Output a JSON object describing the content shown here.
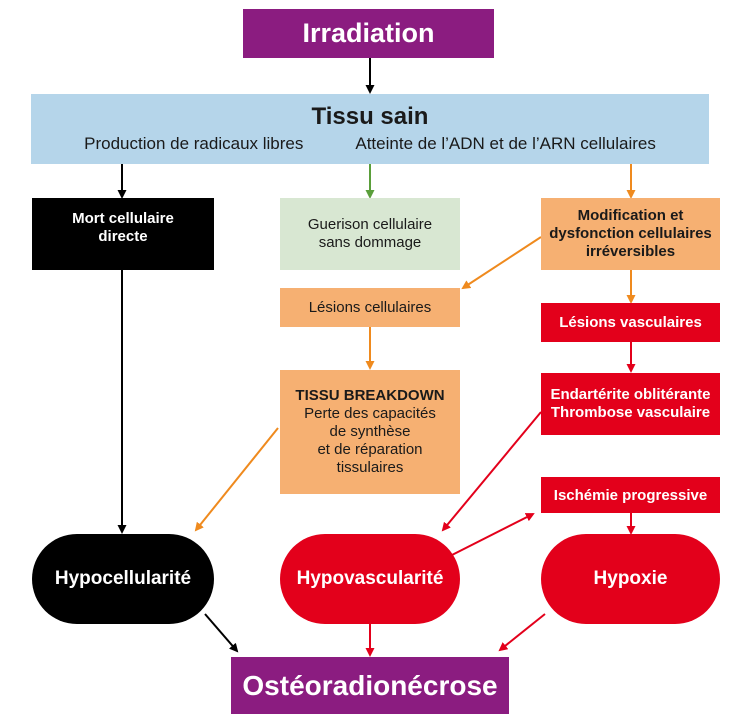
{
  "irradiation": "Irradiation",
  "tissu_sain": {
    "title": "Tissu sain",
    "left": "Production de radicaux libres",
    "right": "Atteinte de l’ADN et de l’ARN cellulaires"
  },
  "mort": {
    "line1": "Mort cellulaire",
    "line2": "directe"
  },
  "guerison": {
    "line1": "Guerison cellulaire",
    "line2": "sans dommage"
  },
  "modification": {
    "line1": "Modification et",
    "line2": "dysfonction cellulaires",
    "line3": "irréversibles"
  },
  "lesions_cellulaires": "Lésions cellulaires",
  "lesions_vasculaires": "Lésions vasculaires",
  "breakdown": {
    "title": "TISSU BREAKDOWN",
    "line1": "Perte des capacités",
    "line2": "de synthèse",
    "line3": "et de réparation",
    "line4": "tissulaires"
  },
  "endarterite": {
    "line1": "Endartérite oblitérante",
    "line2": "Thrombose vasculaire"
  },
  "ischemie": "Ischémie progressive",
  "hypocellularite": "Hypocellularité",
  "hypovascularite": "Hypovascularité",
  "hypoxie": "Hypoxie",
  "osteoradionecrose": "Ostéoradionécrose",
  "colors": {
    "purple": "#8b1c80",
    "blue": "#b5d5ea",
    "black": "#000000",
    "green_box": "#d8e7d2",
    "orange_box": "#f6b072",
    "red": "#e3001b",
    "green_arrow": "#5a9e3a",
    "orange_arrow": "#ef8a1e"
  }
}
